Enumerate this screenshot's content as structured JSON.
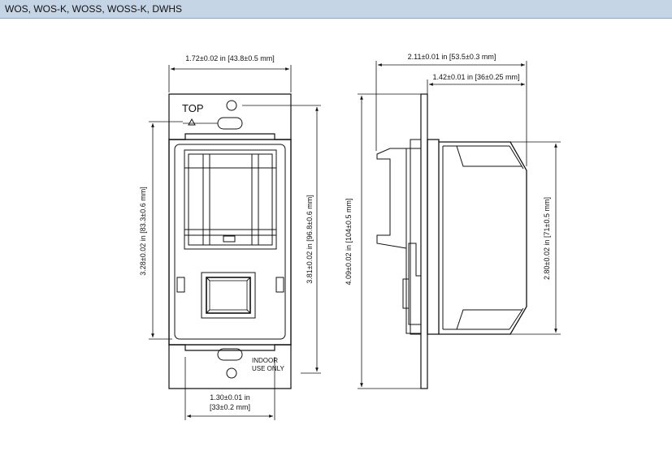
{
  "header": {
    "title": "WOS, WOS-K, WOSS, WOSS-K, DWHS"
  },
  "front_view": {
    "label_top": "TOP",
    "label_indoor_line1": "INDOOR",
    "label_indoor_line2": "USE ONLY",
    "dim_width": "1.72±0.02 in [43.8±0.5 mm]",
    "dim_height_body": "3.28±0.02 in [83.3±0.6 mm]",
    "dim_height_opening": "3.81±0.02 in [96.8±0.6 mm]",
    "dim_bottom_line1": "1.30±0.01 in",
    "dim_bottom_line2": "[33±0.2 mm]"
  },
  "side_view": {
    "dim_total_height": "4.09±0.02 in [104±0.5 mm]",
    "dim_depth_total": "2.11±0.01 in [53.5±0.3 mm]",
    "dim_depth_front": "1.42±0.01 in [36±0.25 mm]",
    "dim_lens_height": "2.80±0.02 in [71±0.5 mm]"
  }
}
